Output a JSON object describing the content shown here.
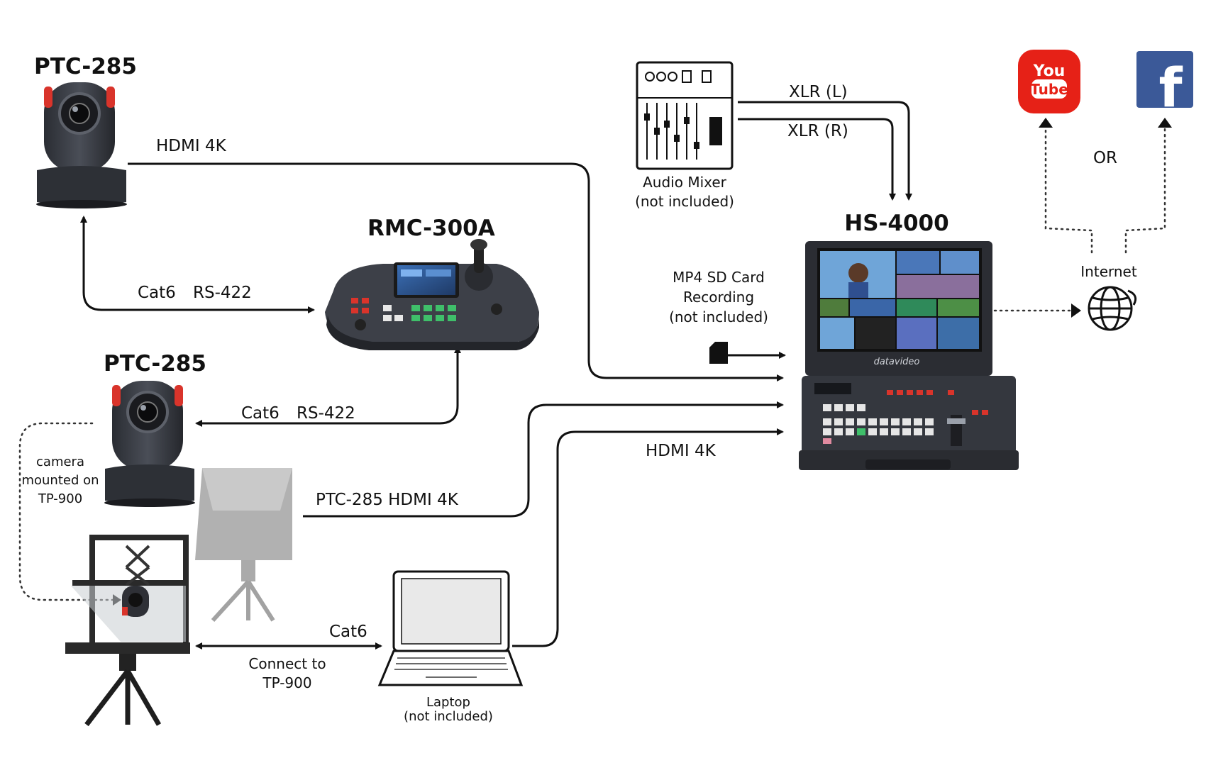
{
  "devices": {
    "camera_top": {
      "title": "PTC-285"
    },
    "controller": {
      "title": "RMC-300A"
    },
    "camera_mid": {
      "title": "PTC-285",
      "note_lines": [
        "camera",
        "mounted on",
        "TP-900"
      ]
    },
    "switcher": {
      "title": "HS-4000",
      "brand": "datavideo"
    },
    "mixer": {
      "caption_lines": [
        "Audio Mixer",
        "(not included)"
      ]
    },
    "sdcard": {
      "caption_lines": [
        "MP4 SD Card",
        "Recording",
        "(not included)"
      ]
    },
    "laptop": {
      "caption_lines": [
        "Laptop",
        "(not included)"
      ]
    },
    "internet": {
      "label": "Internet"
    },
    "youtube": {
      "line1": "You",
      "line2": "Tube"
    },
    "facebook": {
      "glyph": "f"
    }
  },
  "connections": {
    "cam_top_hdmi": "HDMI 4K",
    "cam_top_control": [
      "Cat6",
      "RS-422"
    ],
    "cam_mid_control": [
      "Cat6",
      "RS-422"
    ],
    "cam_mid_hdmi": "PTC-285 HDMI 4K",
    "laptop_hdmi": "HDMI 4K",
    "xlr_left": "XLR (L)",
    "xlr_right": "XLR (R)",
    "laptop_tp900": {
      "cable": "Cat6",
      "lines": [
        "Connect to",
        "TP-900"
      ]
    },
    "stream_choice": "OR"
  },
  "colors": {
    "youtube": "#e62117",
    "facebook": "#3b5998",
    "device_body": "#3a3d44",
    "accent_red": "#d9342b"
  }
}
